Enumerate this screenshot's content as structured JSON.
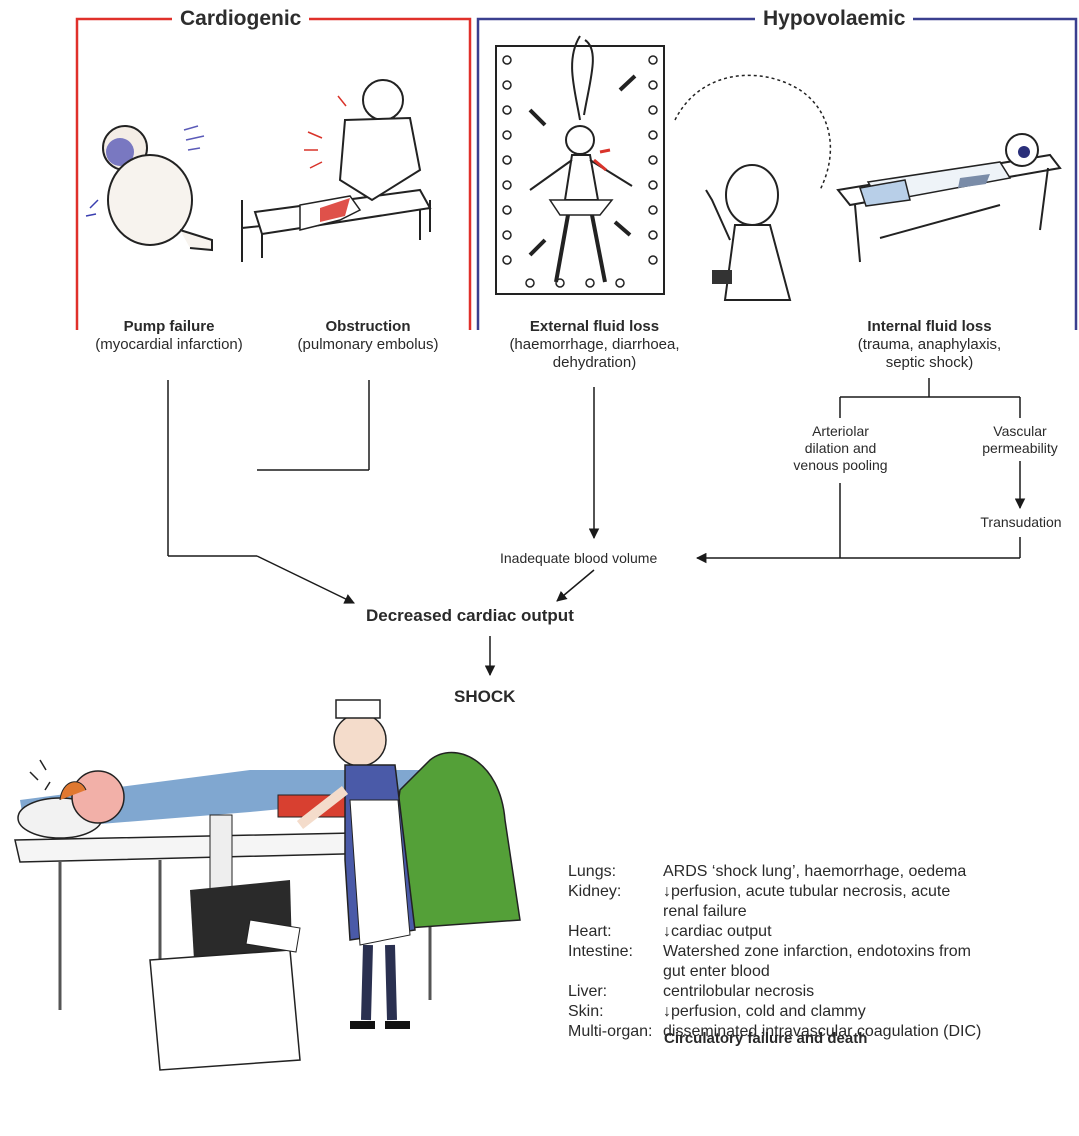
{
  "headers": {
    "cardiogenic": "Cardiogenic",
    "hypovolaemic": "Hypovolaemic"
  },
  "causes": [
    {
      "title": "Pump failure",
      "detail": "(myocardial infarction)"
    },
    {
      "title": "Obstruction",
      "detail": "(pulmonary embolus)"
    },
    {
      "title": "External fluid loss",
      "detail_lines": [
        "(haemorrhage, diarrhoea,",
        "dehydration)"
      ]
    },
    {
      "title": "Internal fluid loss",
      "detail_lines": [
        "(trauma, anaphylaxis,",
        "septic shock)"
      ]
    }
  ],
  "mechanisms": {
    "arteriolar": [
      "Arteriolar",
      "dilation and",
      "venous pooling"
    ],
    "vascular": [
      "Vascular",
      "permeability"
    ],
    "transudation": "Transudation"
  },
  "flow": {
    "inadequate_volume": "Inadequate blood volume",
    "decreased_output": "Decreased cardiac output",
    "shock": "SHOCK"
  },
  "organ_effects": [
    {
      "organ": "Lungs:",
      "lines": [
        "ARDS ‘shock lung’, haemorrhage, oedema"
      ]
    },
    {
      "organ": "Kidney:",
      "lines": [
        "↓perfusion, acute tubular necrosis, acute",
        "renal failure"
      ]
    },
    {
      "organ": "Heart:",
      "lines": [
        "↓cardiac output"
      ]
    },
    {
      "organ": "Intestine:",
      "lines": [
        "Watershed zone infarction, endotoxins from",
        "gut enter blood"
      ]
    },
    {
      "organ": "Liver:",
      "lines": [
        "centrilobular necrosis"
      ]
    },
    {
      "organ": "Skin:",
      "lines": [
        "↓perfusion, cold and clammy"
      ]
    },
    {
      "organ": "Multi-organ:",
      "lines": [
        "disseminated intravascular coagulation (DIC)"
      ]
    }
  ],
  "outcome": "Circulatory failure and death",
  "colors": {
    "cardiogenic_border": "#e0302a",
    "hypovolaemic_border": "#3a3f8f",
    "text": "#2a2a2a"
  }
}
